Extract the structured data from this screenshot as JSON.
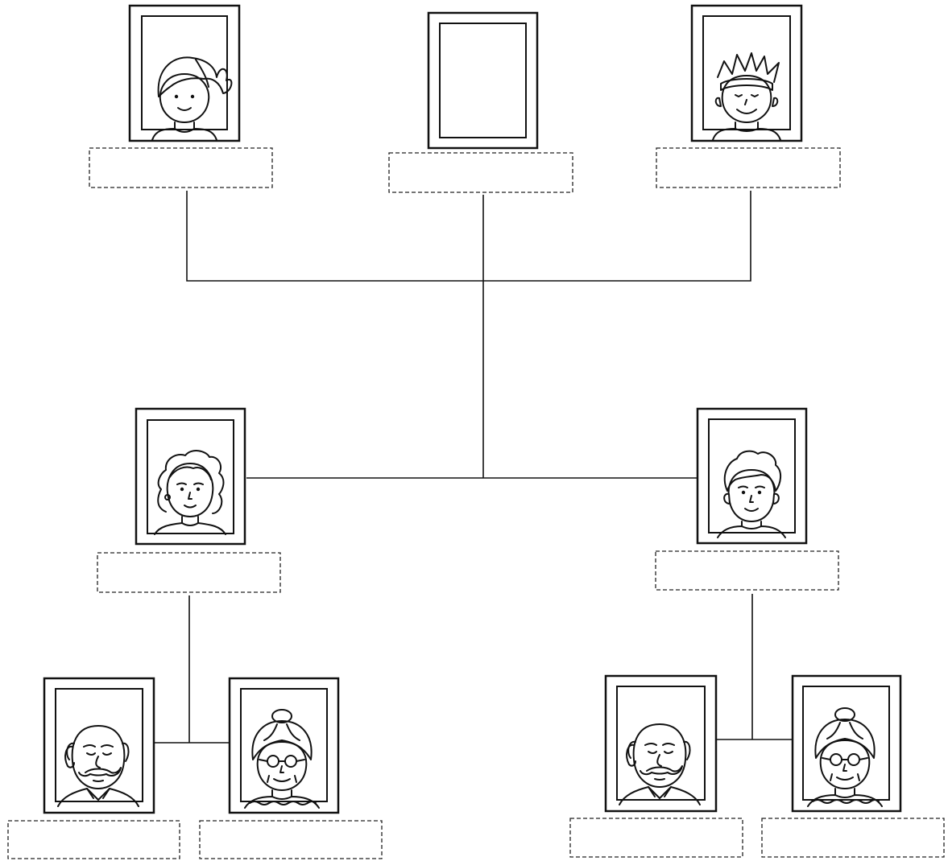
{
  "tree": {
    "members": [
      {
        "id": "girl",
        "portrait": "girl-ponytail-portrait",
        "name": ""
      },
      {
        "id": "self",
        "portrait": "empty-portrait-frame",
        "name": ""
      },
      {
        "id": "boy",
        "portrait": "boy-spiky-hair-portrait",
        "name": ""
      },
      {
        "id": "mother",
        "portrait": "woman-curly-hair-portrait",
        "name": ""
      },
      {
        "id": "father",
        "portrait": "man-curly-hair-portrait",
        "name": ""
      },
      {
        "id": "grandfather-maternal",
        "portrait": "grandfather-portrait",
        "name": ""
      },
      {
        "id": "grandmother-maternal",
        "portrait": "grandmother-portrait",
        "name": ""
      },
      {
        "id": "grandfather-paternal",
        "portrait": "grandfather-portrait",
        "name": ""
      },
      {
        "id": "grandmother-paternal",
        "portrait": "grandmother-portrait",
        "name": ""
      }
    ],
    "colors": {
      "ink": "#111111",
      "background": "#ffffff"
    }
  }
}
